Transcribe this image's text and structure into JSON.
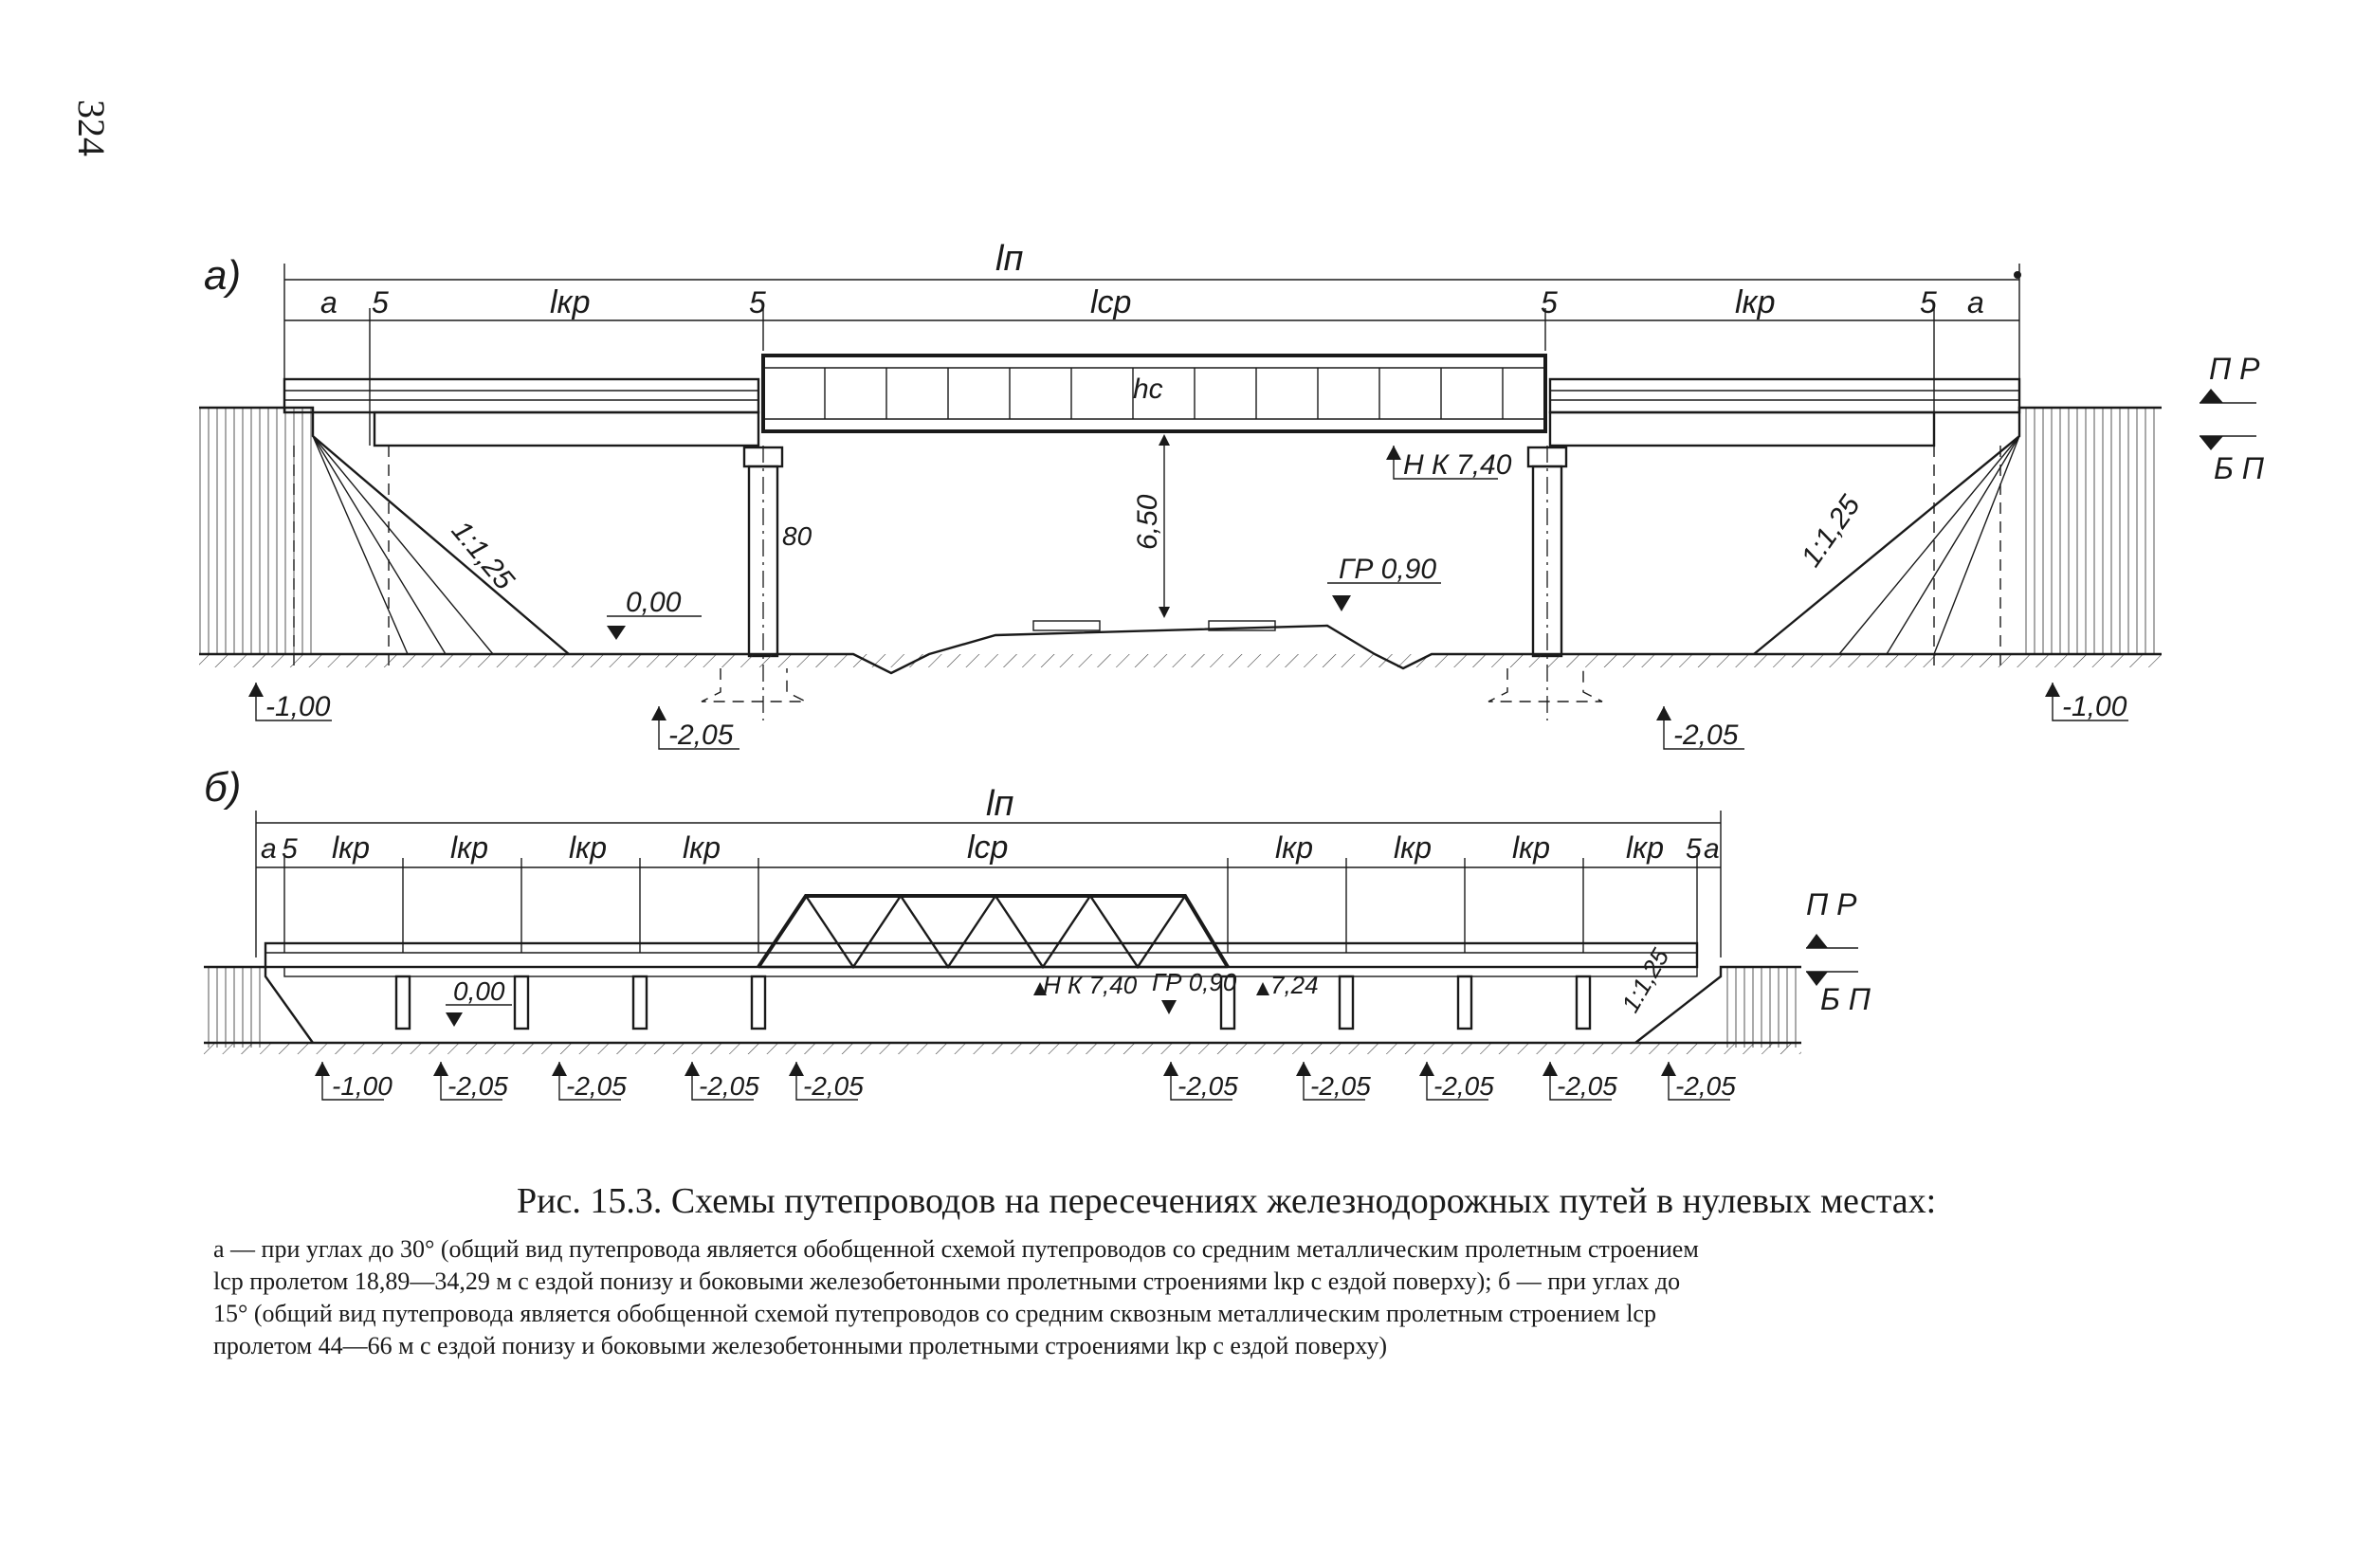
{
  "page_number": "324",
  "diagram_a": {
    "panel_label": "а)",
    "dim_total": "lп",
    "dim_a_left": "а",
    "dim_5_1": "5",
    "dim_lkr_left": "lкр",
    "dim_5_2": "5",
    "dim_lsr": "lср",
    "dim_5_3": "5",
    "dim_lkr_right": "lкр",
    "dim_5_4": "5",
    "dim_a_right": "а",
    "hc": "hc",
    "clearance": "6,50",
    "slope_left": "1:1,25",
    "slope_right": "1:1,25",
    "pier_width": "80",
    "mark_pr": "П Р",
    "mark_bp": "Б П",
    "mark_nk": "Н К 7,40",
    "mark_gr": "ГР 0,90",
    "mark_zero": "0,00",
    "mark_left_base": "-1,00",
    "mark_right_base": "-1,00",
    "mark_pier_left": "-2,05",
    "mark_pier_right": "-2,05"
  },
  "diagram_b": {
    "panel_label": "б)",
    "dim_total": "lп",
    "dim_a_left": "а",
    "dim_5_left": "5",
    "spans_left": [
      "lкр",
      "lкр",
      "lкр",
      "lкр"
    ],
    "dim_lsr": "lср",
    "spans_right": [
      "lкр",
      "lкр",
      "lкр",
      "lкр"
    ],
    "dim_5_right": "5",
    "dim_a_right": "а",
    "mark_pr": "П Р",
    "mark_bp": "Б П",
    "mark_nk": "Н К 7,40",
    "mark_gr": "ГР 0,90",
    "mark_724": "7,24",
    "mark_zero": "0,00",
    "slope": "1:1,25",
    "bottom_marks": [
      "-1,00",
      "-2,05",
      "-2,05",
      "-2,05",
      "-2,05",
      "-2,05",
      "-2,05",
      "-2,05",
      "-2,05",
      "-2,05"
    ]
  },
  "caption": {
    "title": "Рис. 15.3. Схемы путепроводов  на пересечениях  железнодорожных путей в нулевых местах:",
    "line1": "а — при углах до 30° (общий вид путепровода является обобщенной схемой путепроводов со средним металлическим пролетным строением",
    "line2": "lср пролетом 18,89—34,29 м с ездой понизу и боковыми железобетонными пролетными строениями lкр с ездой поверху); б — при углах до",
    "line3": "15° (общий вид путепровода является обобщенной схемой путепроводов со средним сквозным металлическим пролетным строением  lср",
    "line4": "пролетом 44—66 м с ездой понизу и боковыми железобетонными пролетными строениями lкр с ездой поверху)"
  }
}
